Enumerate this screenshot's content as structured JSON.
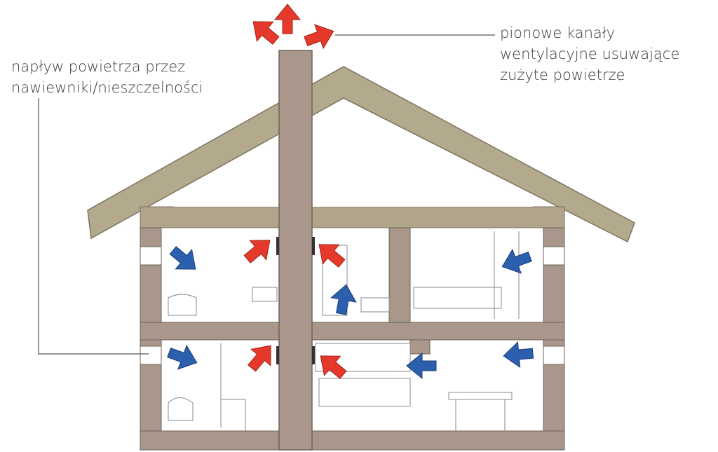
{
  "labels": {
    "inflow": [
      "napływ powietrza przez",
      "nawiewniki/nieszczelności"
    ],
    "exhaust": [
      "pionowe kanały",
      "wentylacyjne usuwające",
      "zużyte powietrze"
    ]
  },
  "colors": {
    "exhaust_arrow": "#e5392b",
    "inflow_arrow": "#2c5fae",
    "wall": "#a8978a",
    "roof": "#b3a98c",
    "leader_line": "#555555"
  },
  "arrows": {
    "exhaust": "red",
    "inflow": "blue"
  }
}
